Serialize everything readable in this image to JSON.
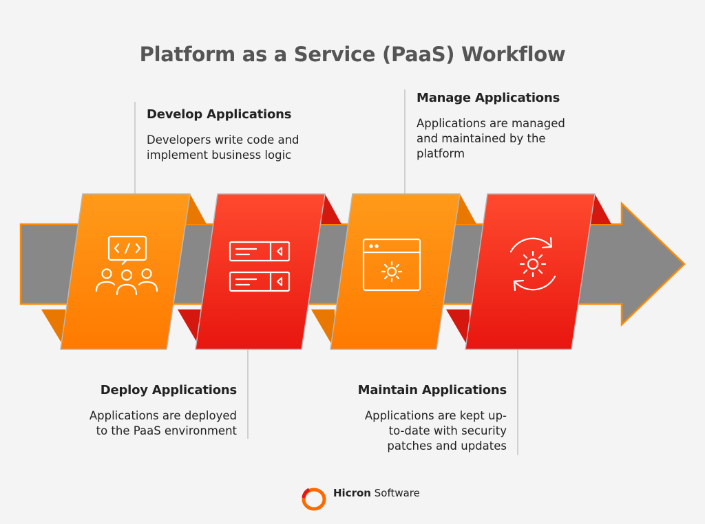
{
  "title": "Platform as a Service (PaaS) Workflow",
  "colors": {
    "orange": "#ff8a00",
    "red": "#f0281c",
    "arrow_gray": "#858585",
    "arrow_outline": "#ff8a00",
    "connector": "#bdbdbd",
    "background": "#f4f4f4"
  },
  "steps": [
    {
      "title": "Develop Applications",
      "desc_lines": [
        "Developers write code and",
        "implement business logic"
      ],
      "icon": "developer-team-code-icon",
      "color": "orange"
    },
    {
      "title": "Deploy Applications",
      "desc_lines": [
        "Applications are deployed",
        "to the PaaS environment"
      ],
      "icon": "server-rack-icon",
      "color": "red"
    },
    {
      "title": "Manage Applications",
      "desc_lines": [
        "Applications are managed",
        "and maintained by the",
        "platform"
      ],
      "icon": "browser-gear-icon",
      "color": "orange"
    },
    {
      "title": "Maintain Applications",
      "desc_lines": [
        "Applications are kept up-",
        "to-date with security",
        "patches and updates"
      ],
      "icon": "gear-refresh-icon",
      "color": "red"
    }
  ],
  "footer": {
    "brand_bold": "Hicron",
    "brand_regular": "Software",
    "logo_icon": "hicron-ring-logo-icon"
  }
}
